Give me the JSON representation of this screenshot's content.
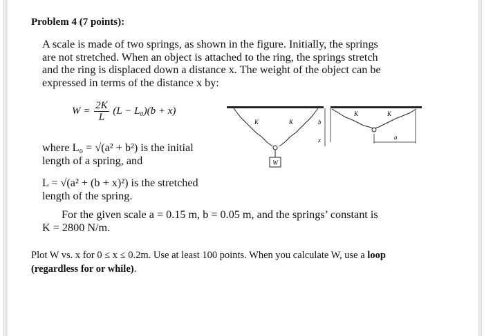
{
  "problem": {
    "title": "Problem 4 (7 points):",
    "intro_lines": [
      "A scale is made of two springs, as shown in the figure. Initially, the springs",
      "are not stretched. When an object is attached to the ring, the springs stretch",
      "and the ring is displaced down a distance x. The weight of the object can be",
      "expressed in terms of the distance x by:"
    ],
    "formula": {
      "lhs": "W =",
      "frac_num": "2K",
      "frac_den": "L",
      "rhs": "(L − L₀)(b + x)"
    },
    "where_lines": [
      "where L₀ = √(a² + b²) is the initial",
      "length of a spring, and"
    ],
    "l_lines": [
      "L = √(a² + (b + x)²) is the stretched",
      "length of the spring."
    ],
    "given_lines": [
      "For the given scale a = 0.15 m, b = 0.05 m, and the springs’ constant is",
      "K = 2800 N/m."
    ],
    "plot_line1": "Plot W vs. x for 0 ≤ x ≤ 0.2m. Use at least 100 points. When you calculate W, use a",
    "plot_bold1": "loop",
    "plot_bold2": "(regardless for or while)",
    "plot_end": "."
  },
  "figure": {
    "label_K_left": "K",
    "label_K_right": "K",
    "label_K_right2": "K",
    "label_K_mid": "K",
    "label_b": "b",
    "label_x": "x",
    "label_a": "a",
    "label_W": "W"
  }
}
